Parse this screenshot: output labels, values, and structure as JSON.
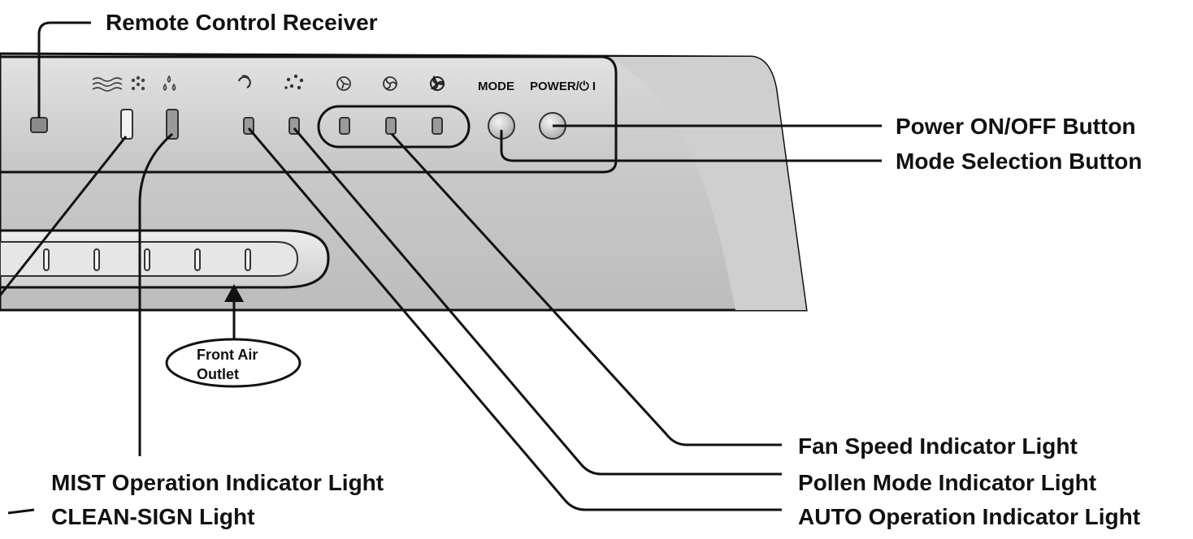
{
  "callouts": {
    "remote_control_receiver": "Remote Control Receiver",
    "power_button": "Power ON/OFF Button",
    "mode_button": "Mode Selection Button",
    "fan_speed_light": "Fan Speed Indicator Light",
    "pollen_mode_light": "Pollen Mode Indicator Light",
    "auto_operation_light": "AUTO Operation Indicator Light",
    "mist_operation_light": "MIST Operation Indicator Light",
    "clean_sign_light": "CLEAN-SIGN Light",
    "front_air_outlet_line1": "Front Air",
    "front_air_outlet_line2": "Outlet"
  },
  "panel": {
    "mode_label": "MODE",
    "power_label": "POWER/⏻ I"
  },
  "icons": {
    "clean_sign": "air-flow-sparkle-icon",
    "mist": "water-drops-icon",
    "auto": "swirl-icon",
    "pollen": "pollen-dots-icon",
    "fan_low": "fan-low-icon",
    "fan_mid": "fan-mid-icon",
    "fan_high": "fan-high-icon"
  }
}
